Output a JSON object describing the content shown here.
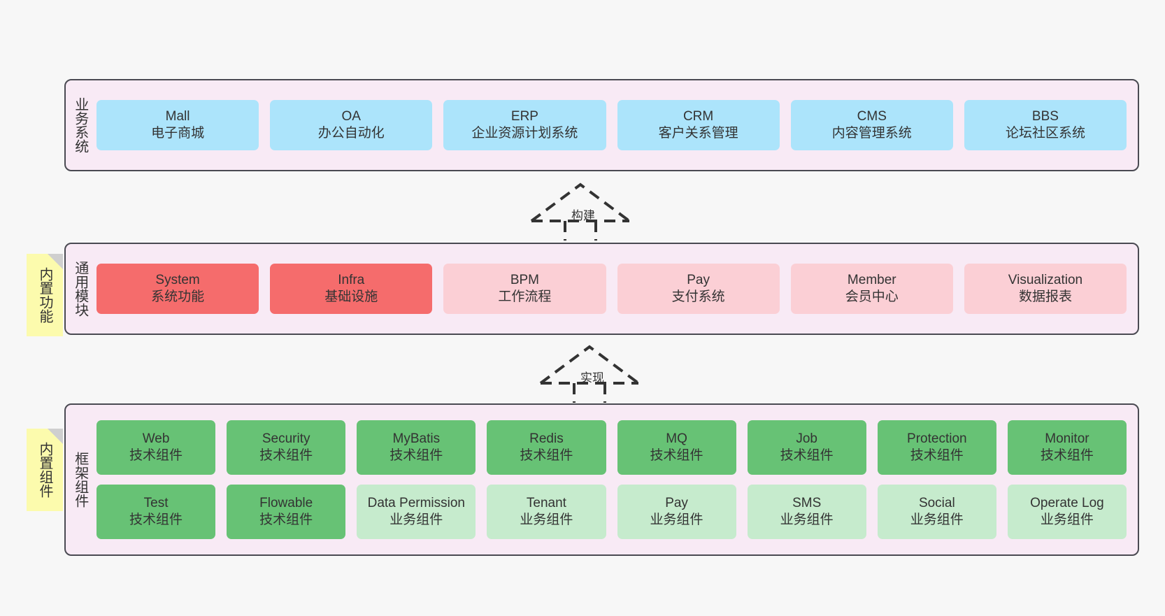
{
  "diagram": {
    "background_color": "#f7f7f7",
    "layer_fill": "#f8eaf5",
    "layer_border": "#4a4a52",
    "note_color": "#fcfbad",
    "colors": {
      "blue": "#ace4fb",
      "red": "#f56c6c",
      "pink": "#fbcfd5",
      "green": "#67c275",
      "light_green": "#c6ebcd"
    }
  },
  "layers": {
    "business": {
      "title": "业务系统",
      "cards": [
        {
          "en": "Mall",
          "cn": "电子商城",
          "color": "blue"
        },
        {
          "en": "OA",
          "cn": "办公自动化",
          "color": "blue"
        },
        {
          "en": "ERP",
          "cn": "企业资源计划系统",
          "color": "blue"
        },
        {
          "en": "CRM",
          "cn": "客户关系管理",
          "color": "blue"
        },
        {
          "en": "CMS",
          "cn": "内容管理系统",
          "color": "blue"
        },
        {
          "en": "BBS",
          "cn": "论坛社区系统",
          "color": "blue"
        }
      ]
    },
    "modules": {
      "title": "通用模块",
      "note": "内置功能",
      "cards": [
        {
          "en": "System",
          "cn": "系统功能",
          "color": "red"
        },
        {
          "en": "Infra",
          "cn": "基础设施",
          "color": "red"
        },
        {
          "en": "BPM",
          "cn": "工作流程",
          "color": "pink"
        },
        {
          "en": "Pay",
          "cn": "支付系统",
          "color": "pink"
        },
        {
          "en": "Member",
          "cn": "会员中心",
          "color": "pink"
        },
        {
          "en": "Visualization",
          "cn": "数据报表",
          "color": "pink"
        }
      ]
    },
    "framework": {
      "title": "框架组件",
      "note": "内置组件",
      "row1": [
        {
          "en": "Web",
          "cn": "技术组件",
          "color": "green"
        },
        {
          "en": "Security",
          "cn": "技术组件",
          "color": "green"
        },
        {
          "en": "MyBatis",
          "cn": "技术组件",
          "color": "green"
        },
        {
          "en": "Redis",
          "cn": "技术组件",
          "color": "green"
        },
        {
          "en": "MQ",
          "cn": "技术组件",
          "color": "green"
        },
        {
          "en": "Job",
          "cn": "技术组件",
          "color": "green"
        },
        {
          "en": "Protection",
          "cn": "技术组件",
          "color": "green"
        },
        {
          "en": "Monitor",
          "cn": "技术组件",
          "color": "green"
        }
      ],
      "row2": [
        {
          "en": "Test",
          "cn": "技术组件",
          "color": "green"
        },
        {
          "en": "Flowable",
          "cn": "技术组件",
          "color": "green"
        },
        {
          "en": "Data Permission",
          "cn": "业务组件",
          "color": "light_green"
        },
        {
          "en": "Tenant",
          "cn": "业务组件",
          "color": "light_green"
        },
        {
          "en": "Pay",
          "cn": "业务组件",
          "color": "light_green"
        },
        {
          "en": "SMS",
          "cn": "业务组件",
          "color": "light_green"
        },
        {
          "en": "Social",
          "cn": "业务组件",
          "color": "light_green"
        },
        {
          "en": "Operate Log",
          "cn": "业务组件",
          "color": "light_green"
        }
      ]
    }
  },
  "connectors": [
    {
      "id": "build",
      "label": "构建"
    },
    {
      "id": "implement",
      "label": "实现"
    }
  ]
}
